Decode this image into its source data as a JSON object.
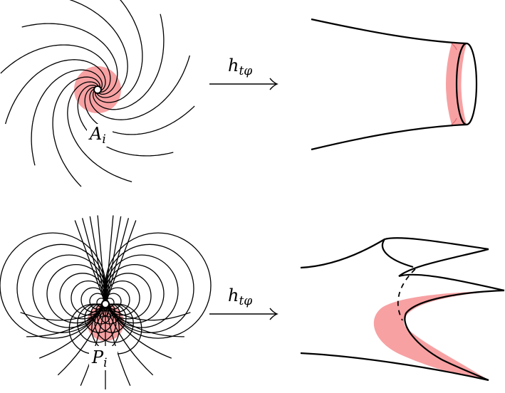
{
  "panels": {
    "top": {
      "point_label": "A",
      "point_subscript": "i",
      "map_label": "h",
      "map_subscript": "tφ"
    },
    "bottom": {
      "point_label": "P",
      "point_subscript": "i",
      "map_label": "h",
      "map_subscript": "tφ"
    }
  },
  "colors": {
    "stroke": "#000000",
    "highlight": "#f7a1a3",
    "highlight_dark": "#e26a6e",
    "background": "#ffffff"
  }
}
